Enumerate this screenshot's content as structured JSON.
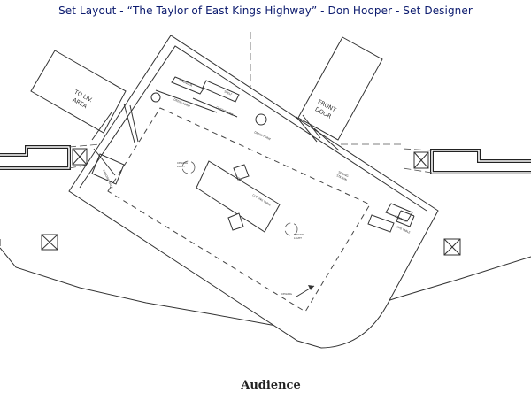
{
  "header": {
    "title": "Set Layout - “The Taylor of East Kings Highway” - Don Hooper - Set Designer"
  },
  "footer": {
    "audience_label": "Audience"
  },
  "labels": {
    "liv_area_line1": "TO LIV.",
    "liv_area_line2": "AREA",
    "front_door_line1": "FRONT",
    "front_door_line2": "DOOR",
    "ceiling_light_1a": "CEILING",
    "ceiling_light_1b": "LIGHT",
    "ceiling_light_2a": "CEILING",
    "ceiling_light_2b": "LIGHT",
    "ceiling_3": "CEILING",
    "sewing_station_a": "SEWING",
    "sewing_station_b": "STATION",
    "cutting_table": "CUTTING TABLE",
    "chair": "CHAIR",
    "dress_form_1": "DRESS FORM",
    "dress_form_2": "DRESS FORM",
    "shelf": "SHELF",
    "clothesline": "CLOTHESLINE",
    "sewing_machine": "SEWING M.",
    "storage": "STORAGE",
    "wig_table": "WIG TABLE",
    "hanging_rack": "HANGING RACK"
  },
  "colors": {
    "title_text": "#0b1a6e",
    "line": "#333333",
    "background": "#ffffff"
  }
}
